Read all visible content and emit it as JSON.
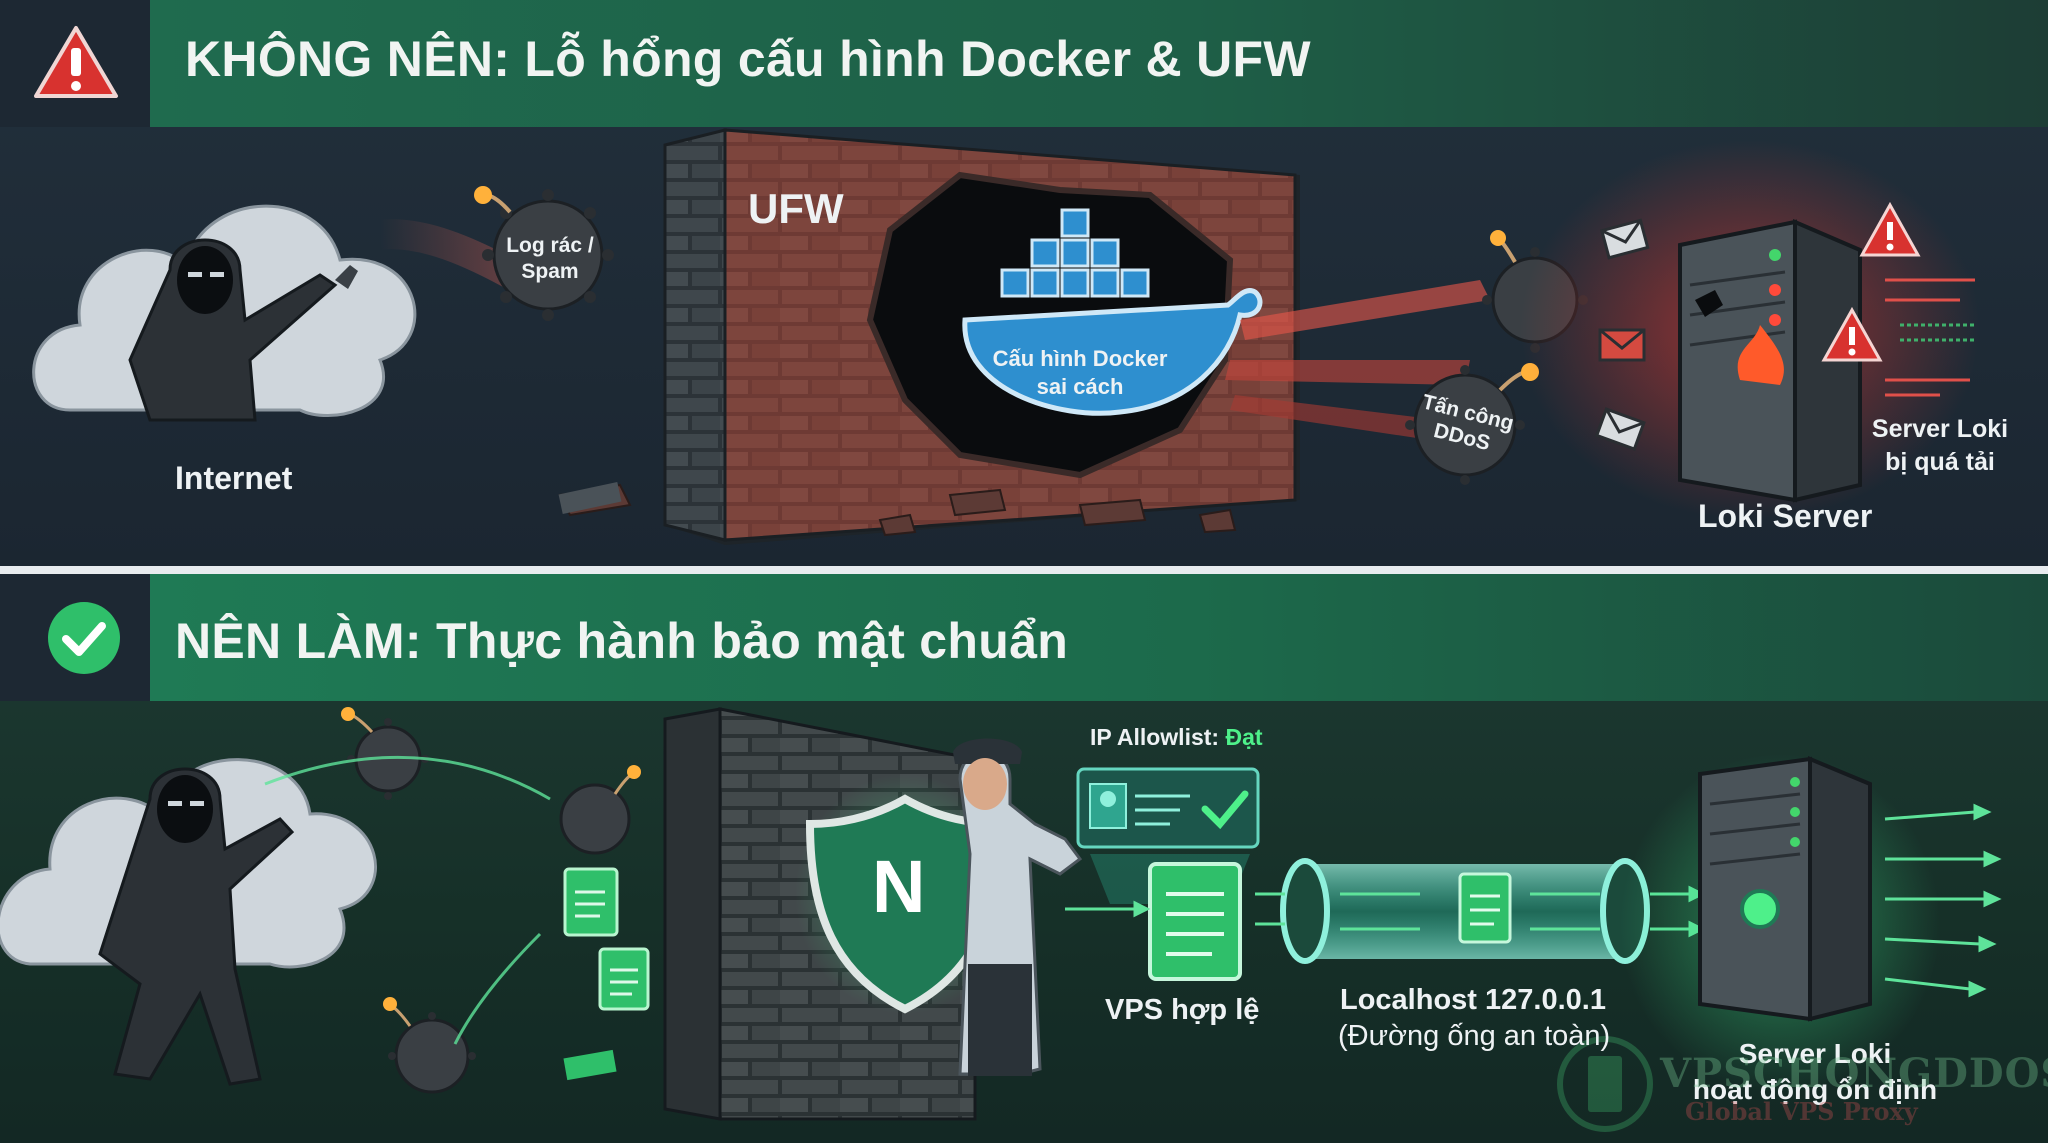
{
  "top": {
    "title": "KHÔNG NÊN: Lỗ hổng cấu hình Docker & UFW",
    "header_icon": "warning-icon",
    "labels": {
      "internet": "Internet",
      "bomb": "Log rác /\nSpam",
      "ufw": "UFW",
      "docker_line1": "Cấu hình Docker",
      "docker_line2": "sai cách",
      "ddos": "Tấn công\nDDoS",
      "overload_line1": "Server Loki",
      "overload_line2": "bị quá tải",
      "server": "Loki Server"
    }
  },
  "bottom": {
    "title": "NÊN LÀM: Thực hành bảo mật chuẩn",
    "header_icon": "check-circle-icon",
    "labels": {
      "allowlist_prefix": "IP Allowlist: ",
      "allowlist_status": "Đạt",
      "shield_letter": "N",
      "vps": "VPS hợp lệ",
      "localhost": "Localhost 127.0.0.1",
      "pipe": "(Đường ống an toàn)",
      "stable_line1": "Server Loki",
      "stable_line2": "hoạt động ổn định"
    }
  },
  "watermark": {
    "brand": "VPSCHONGDDOS.COM",
    "tagline": "Global VPS Proxy"
  },
  "colors": {
    "danger": "#d8322f",
    "safe": "#2fbf6a",
    "docker_blue": "#2e8fcf",
    "brick": "#7a4038"
  }
}
